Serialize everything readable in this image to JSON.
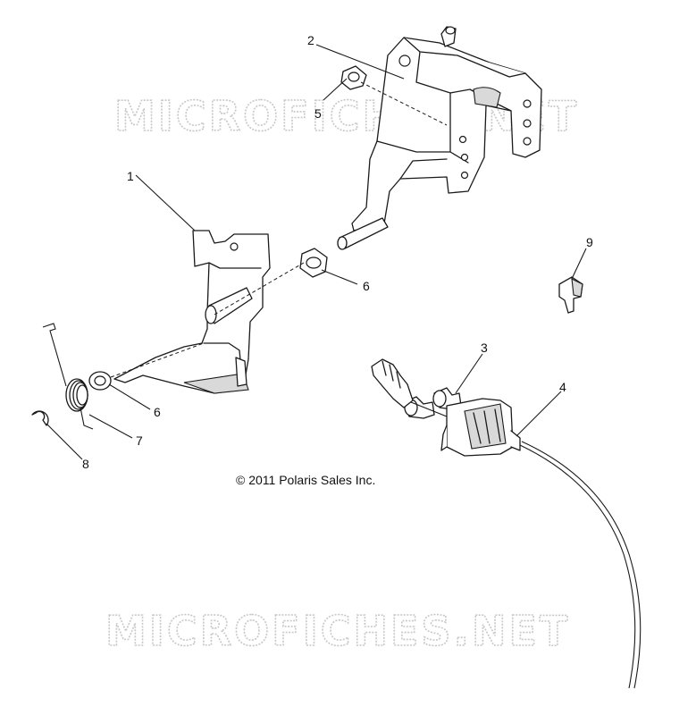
{
  "watermark_text": "MICROFICHES.NET",
  "copyright": "© 2011 Polaris Sales Inc.",
  "callouts": {
    "c1": "1",
    "c2": "2",
    "c3": "3",
    "c4": "4",
    "c5": "5",
    "c6a": "6",
    "c6b": "6",
    "c7": "7",
    "c8": "8",
    "c9": "9"
  }
}
